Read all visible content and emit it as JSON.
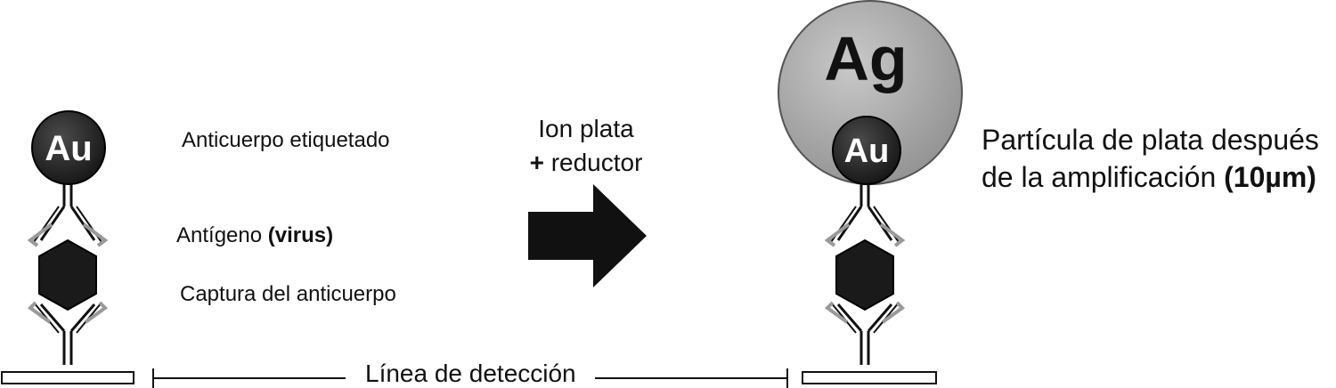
{
  "labels": {
    "labeled_antibody": "Anticuerpo etiquetado",
    "antigen": "Antígeno",
    "antigen_virus": "(virus)",
    "capture_antibody": "Captura del anticuerpo",
    "silver_ion_line1": "Ion plata",
    "silver_ion_plus": "+",
    "silver_ion_reductor": "reductor",
    "silver_particle_line1": "Partícula de plata después",
    "silver_particle_line2": "de la amplificación",
    "silver_particle_size": "(10µm)",
    "detection_line": "Línea de detección"
  },
  "symbols": {
    "gold": "Au",
    "silver": "Ag"
  },
  "colors": {
    "gold_particle": "#2a2a2a",
    "silver_particle": "#a6a6a6",
    "virus": "#1a1a1a",
    "arrow": "#111111"
  },
  "icons": [
    "gold-particle-icon",
    "silver-particle-icon",
    "antibody-icon",
    "virus-hexagon-icon",
    "right-arrow-icon"
  ]
}
